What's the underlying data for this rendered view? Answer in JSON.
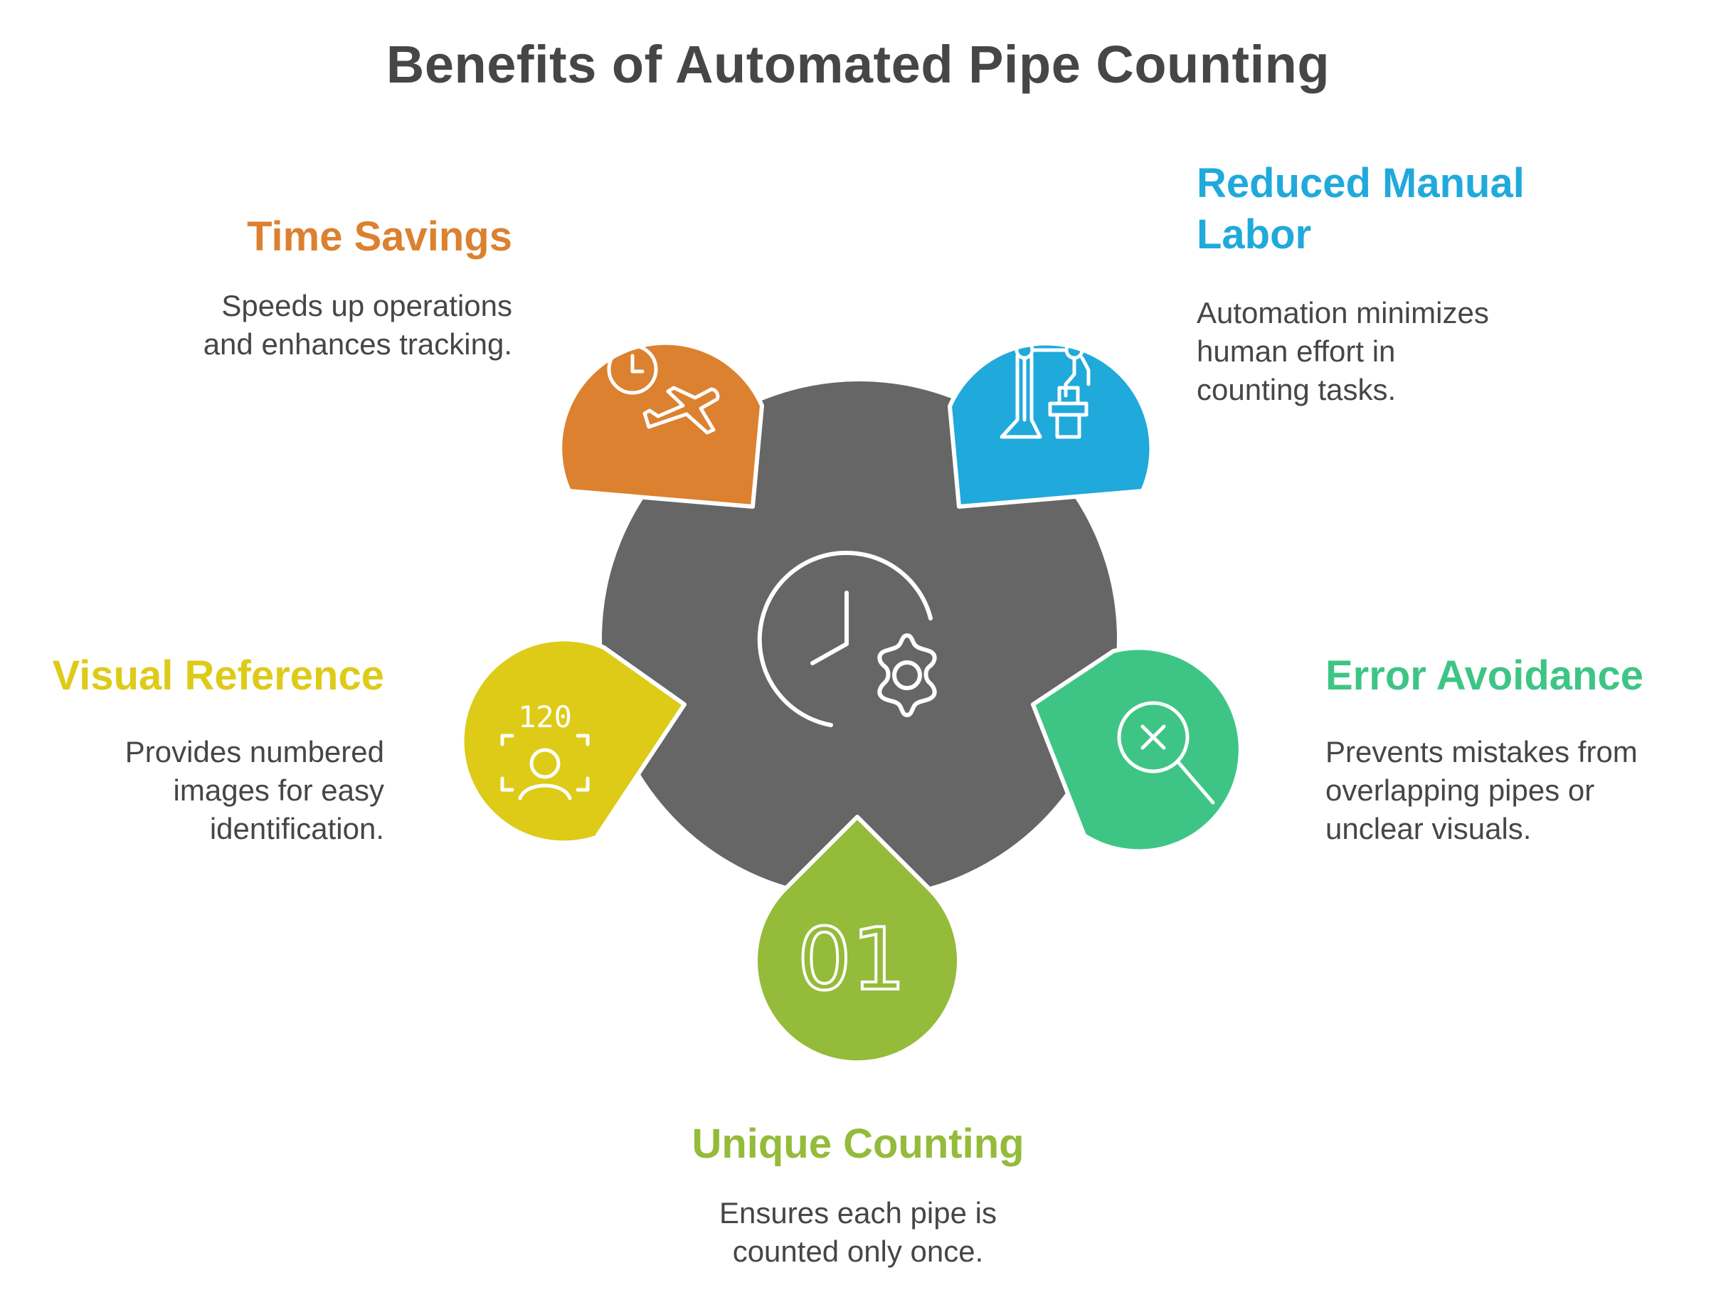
{
  "title": "Benefits of Automated Pipe Counting",
  "colors": {
    "center": "#666666",
    "time_savings": "#DC8130",
    "reduced_labor": "#20A9DB",
    "error_avoidance": "#3EC585",
    "unique_counting": "#94BB3A",
    "visual_reference": "#DDCB18",
    "text": "#464646"
  },
  "items": {
    "time_savings": {
      "heading": "Time Savings",
      "desc_line1": "Speeds up operations",
      "desc_line2": "and enhances tracking.",
      "icon": "clock-plane-icon"
    },
    "reduced_labor": {
      "heading_line1": "Reduced Manual",
      "heading_line2": "Labor",
      "desc_line1": "Automation minimizes",
      "desc_line2": "human effort in",
      "desc_line3": "counting tasks.",
      "icon": "robot-arm-icon"
    },
    "visual_reference": {
      "heading": "Visual Reference",
      "desc_line1": "Provides numbered",
      "desc_line2": "images for easy",
      "desc_line3": "identification.",
      "icon": "face-scan-120-icon",
      "icon_text": "120"
    },
    "error_avoidance": {
      "heading": "Error Avoidance",
      "desc_line1": "Prevents mistakes from",
      "desc_line2": "overlapping pipes or",
      "desc_line3": "unclear visuals.",
      "icon": "magnifier-x-icon"
    },
    "unique_counting": {
      "heading": "Unique Counting",
      "desc_line1": "Ensures each pipe is",
      "desc_line2": "counted only once.",
      "icon": "number-01-icon",
      "icon_text": "01"
    }
  },
  "center_icon": "clock-gear-icon"
}
